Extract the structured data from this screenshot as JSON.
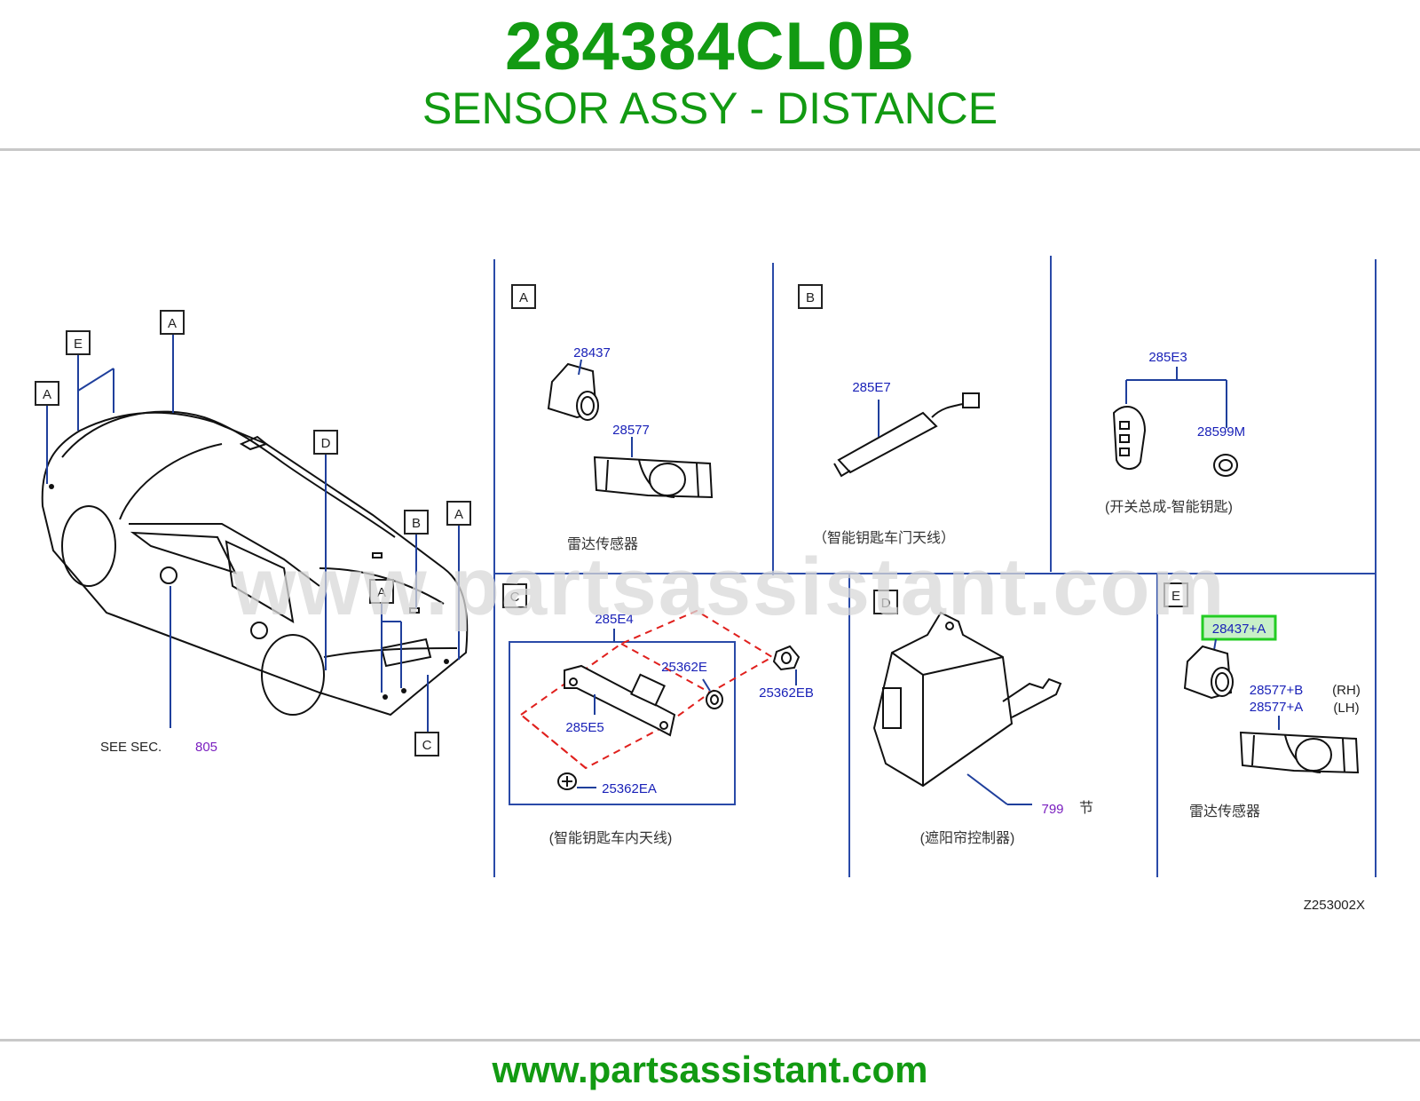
{
  "header": {
    "part_number": "284384CL0B",
    "description": "SENSOR ASSY - DISTANCE"
  },
  "footer": {
    "website": "www.partsassistant.com"
  },
  "diagram": {
    "watermark": "www.partsassistant.com",
    "figure_code": "Z253002X",
    "see_sec": "SEE   SEC.",
    "see_sec_number": "805",
    "car_callouts": {
      "a": "A",
      "b": "B",
      "c": "C",
      "d": "D",
      "e": "E"
    },
    "panels": {
      "a": {
        "letter": "A",
        "parts": [
          "28437",
          "28577"
        ],
        "caption": "雷达传感器"
      },
      "b": {
        "letter": "B",
        "parts": [
          "285E7"
        ],
        "caption": "（智能钥匙车门天线）"
      },
      "key": {
        "parts": [
          "285E3",
          "28599M"
        ],
        "caption": "(开关总成-智能钥匙)"
      },
      "c": {
        "letter": "C",
        "parts": [
          "285E4",
          "25362E",
          "25362EB",
          "285E5",
          "25362EA"
        ],
        "caption": "(智能钥匙车内天线)"
      },
      "d": {
        "letter": "D",
        "section_ref": "799",
        "section_suffix": "节",
        "caption": "(遮阳帘控制器)"
      },
      "e": {
        "letter": "E",
        "highlighted_part": "28437+A",
        "parts": [
          "28577+B",
          "28577+A"
        ],
        "sides": [
          "(RH)",
          "(LH)"
        ],
        "caption": "雷达传感器"
      }
    },
    "colors": {
      "brand_green": "#129a12",
      "label_blue": "#1a22b8",
      "highlight_green": "#22cc22",
      "dash_red": "#e0201d"
    }
  }
}
